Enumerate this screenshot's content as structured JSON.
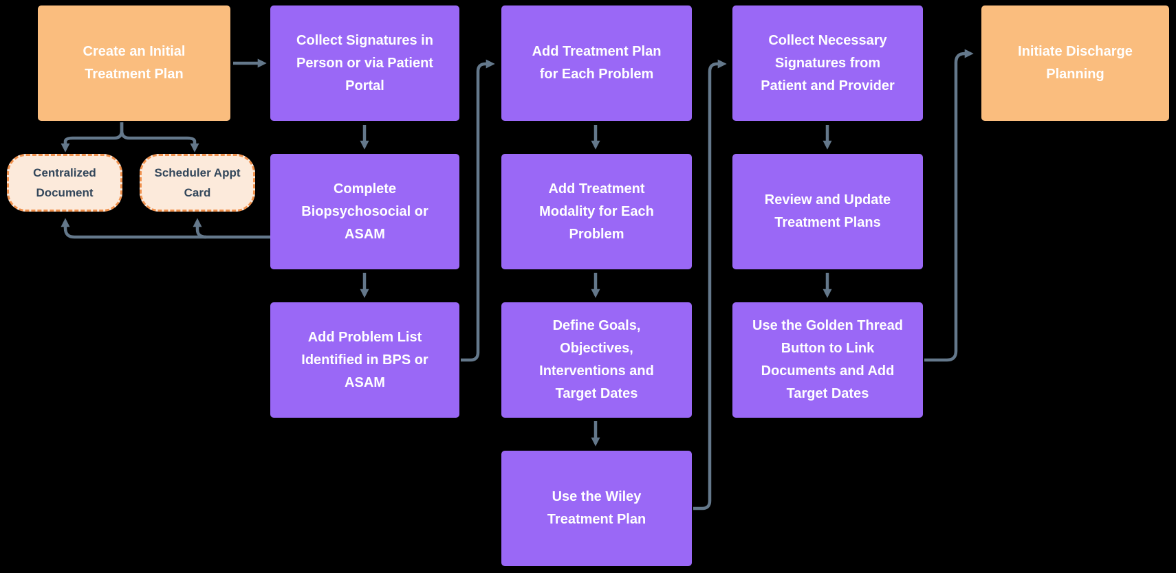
{
  "diagram": {
    "background_color": "#000000",
    "connector_color": "#64788b",
    "palette": {
      "terminal_fill": "#fabd7e",
      "process_fill": "#9a68f6",
      "artifact_fill": "#fceadb",
      "artifact_border": "#f0914d",
      "light_text": "#ffffff",
      "dark_text": "#33475b"
    },
    "nodes": [
      {
        "id": "create-initial-treatment-plan",
        "type": "terminal",
        "label": "Create an Initial Treatment Plan",
        "fill": "#fabd7e",
        "text_color": "#ffffff"
      },
      {
        "id": "collect-signatures-person-portal",
        "type": "process",
        "label": "Collect Signatures in Person or via Patient Portal",
        "fill": "#9a68f6",
        "text_color": "#ffffff"
      },
      {
        "id": "complete-biopsychosocial-asam",
        "type": "process",
        "label": "Complete Biopsychosocial or ASAM",
        "fill": "#9a68f6",
        "text_color": "#ffffff"
      },
      {
        "id": "add-problem-list",
        "type": "process",
        "label": "Add Problem List Identified in BPS or ASAM",
        "fill": "#9a68f6",
        "text_color": "#ffffff"
      },
      {
        "id": "add-treatment-plan-each-problem",
        "type": "process",
        "label": "Add Treatment Plan for Each Problem",
        "fill": "#9a68f6",
        "text_color": "#ffffff"
      },
      {
        "id": "add-treatment-modality-each-problem",
        "type": "process",
        "label": "Add Treatment Modality for Each Problem",
        "fill": "#9a68f6",
        "text_color": "#ffffff"
      },
      {
        "id": "define-goals-objectives",
        "type": "process",
        "label": "Define Goals, Objectives, Interventions and Target Dates",
        "fill": "#9a68f6",
        "text_color": "#ffffff"
      },
      {
        "id": "use-wiley-treatment-plan",
        "type": "process",
        "label": "Use the Wiley Treatment Plan",
        "fill": "#9a68f6",
        "text_color": "#ffffff"
      },
      {
        "id": "collect-necessary-signatures",
        "type": "process",
        "label": "Collect Necessary Signatures from Patient and Provider",
        "fill": "#9a68f6",
        "text_color": "#ffffff"
      },
      {
        "id": "review-update-treatment-plans",
        "type": "process",
        "label": "Review and Update Treatment Plans",
        "fill": "#9a68f6",
        "text_color": "#ffffff"
      },
      {
        "id": "golden-thread-link-documents",
        "type": "process",
        "label": "Use the Golden Thread Button to Link Documents and Add Target Dates",
        "fill": "#9a68f6",
        "text_color": "#ffffff"
      },
      {
        "id": "initiate-discharge-planning",
        "type": "terminal",
        "label": "Initiate Discharge Planning",
        "fill": "#fabd7e",
        "text_color": "#ffffff"
      },
      {
        "id": "centralized-document",
        "type": "artifact",
        "label": "Centralized Document",
        "fill": "#fceadb",
        "border_color": "#f0914d",
        "text_color": "#33475b"
      },
      {
        "id": "scheduler-appt-card",
        "type": "artifact",
        "label": "Scheduler Appt Card",
        "fill": "#fceadb",
        "border_color": "#f0914d",
        "text_color": "#33475b"
      }
    ]
  }
}
